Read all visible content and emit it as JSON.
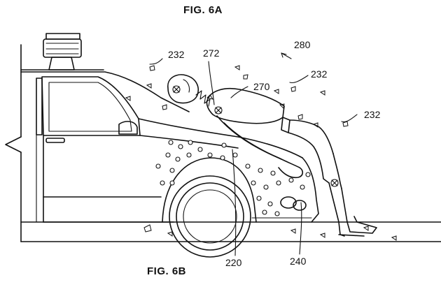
{
  "figure": {
    "title_top": "FIG. 6A",
    "title_bottom": "FIG. 6B"
  },
  "reference_numerals": {
    "adhesive_particles_1": "232",
    "adhesive_particles_2": "232",
    "adhesive_particles_3": "232",
    "pedestrian_head": "272",
    "system": "280",
    "pedestrian": "270",
    "hood": "220",
    "bumper": "240"
  }
}
